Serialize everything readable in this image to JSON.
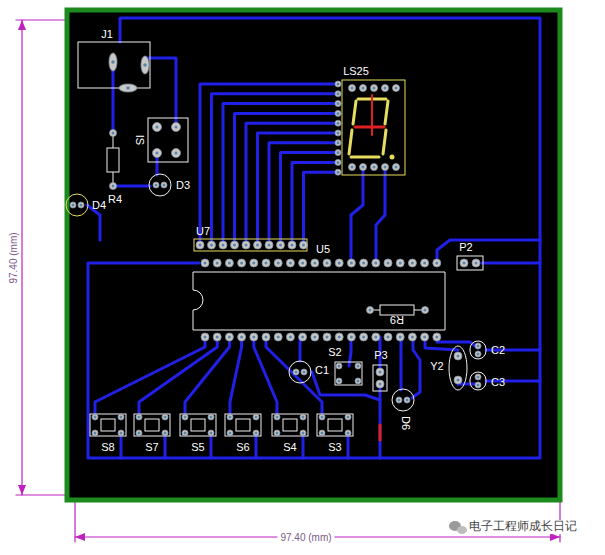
{
  "diagram": {
    "labels": [
      "J1",
      "IS",
      "R4",
      "D3",
      "D4",
      "LS25",
      "U7",
      "U5",
      "P2",
      "R9",
      "S2",
      "P3",
      "C1",
      "Y2",
      "C2",
      "C3",
      "D6",
      "S8",
      "S7",
      "S5",
      "S6",
      "S4",
      "S3",
      "97.40 (mm)",
      "97.40 (mm)",
      "电子工程师成长日记"
    ]
  }
}
